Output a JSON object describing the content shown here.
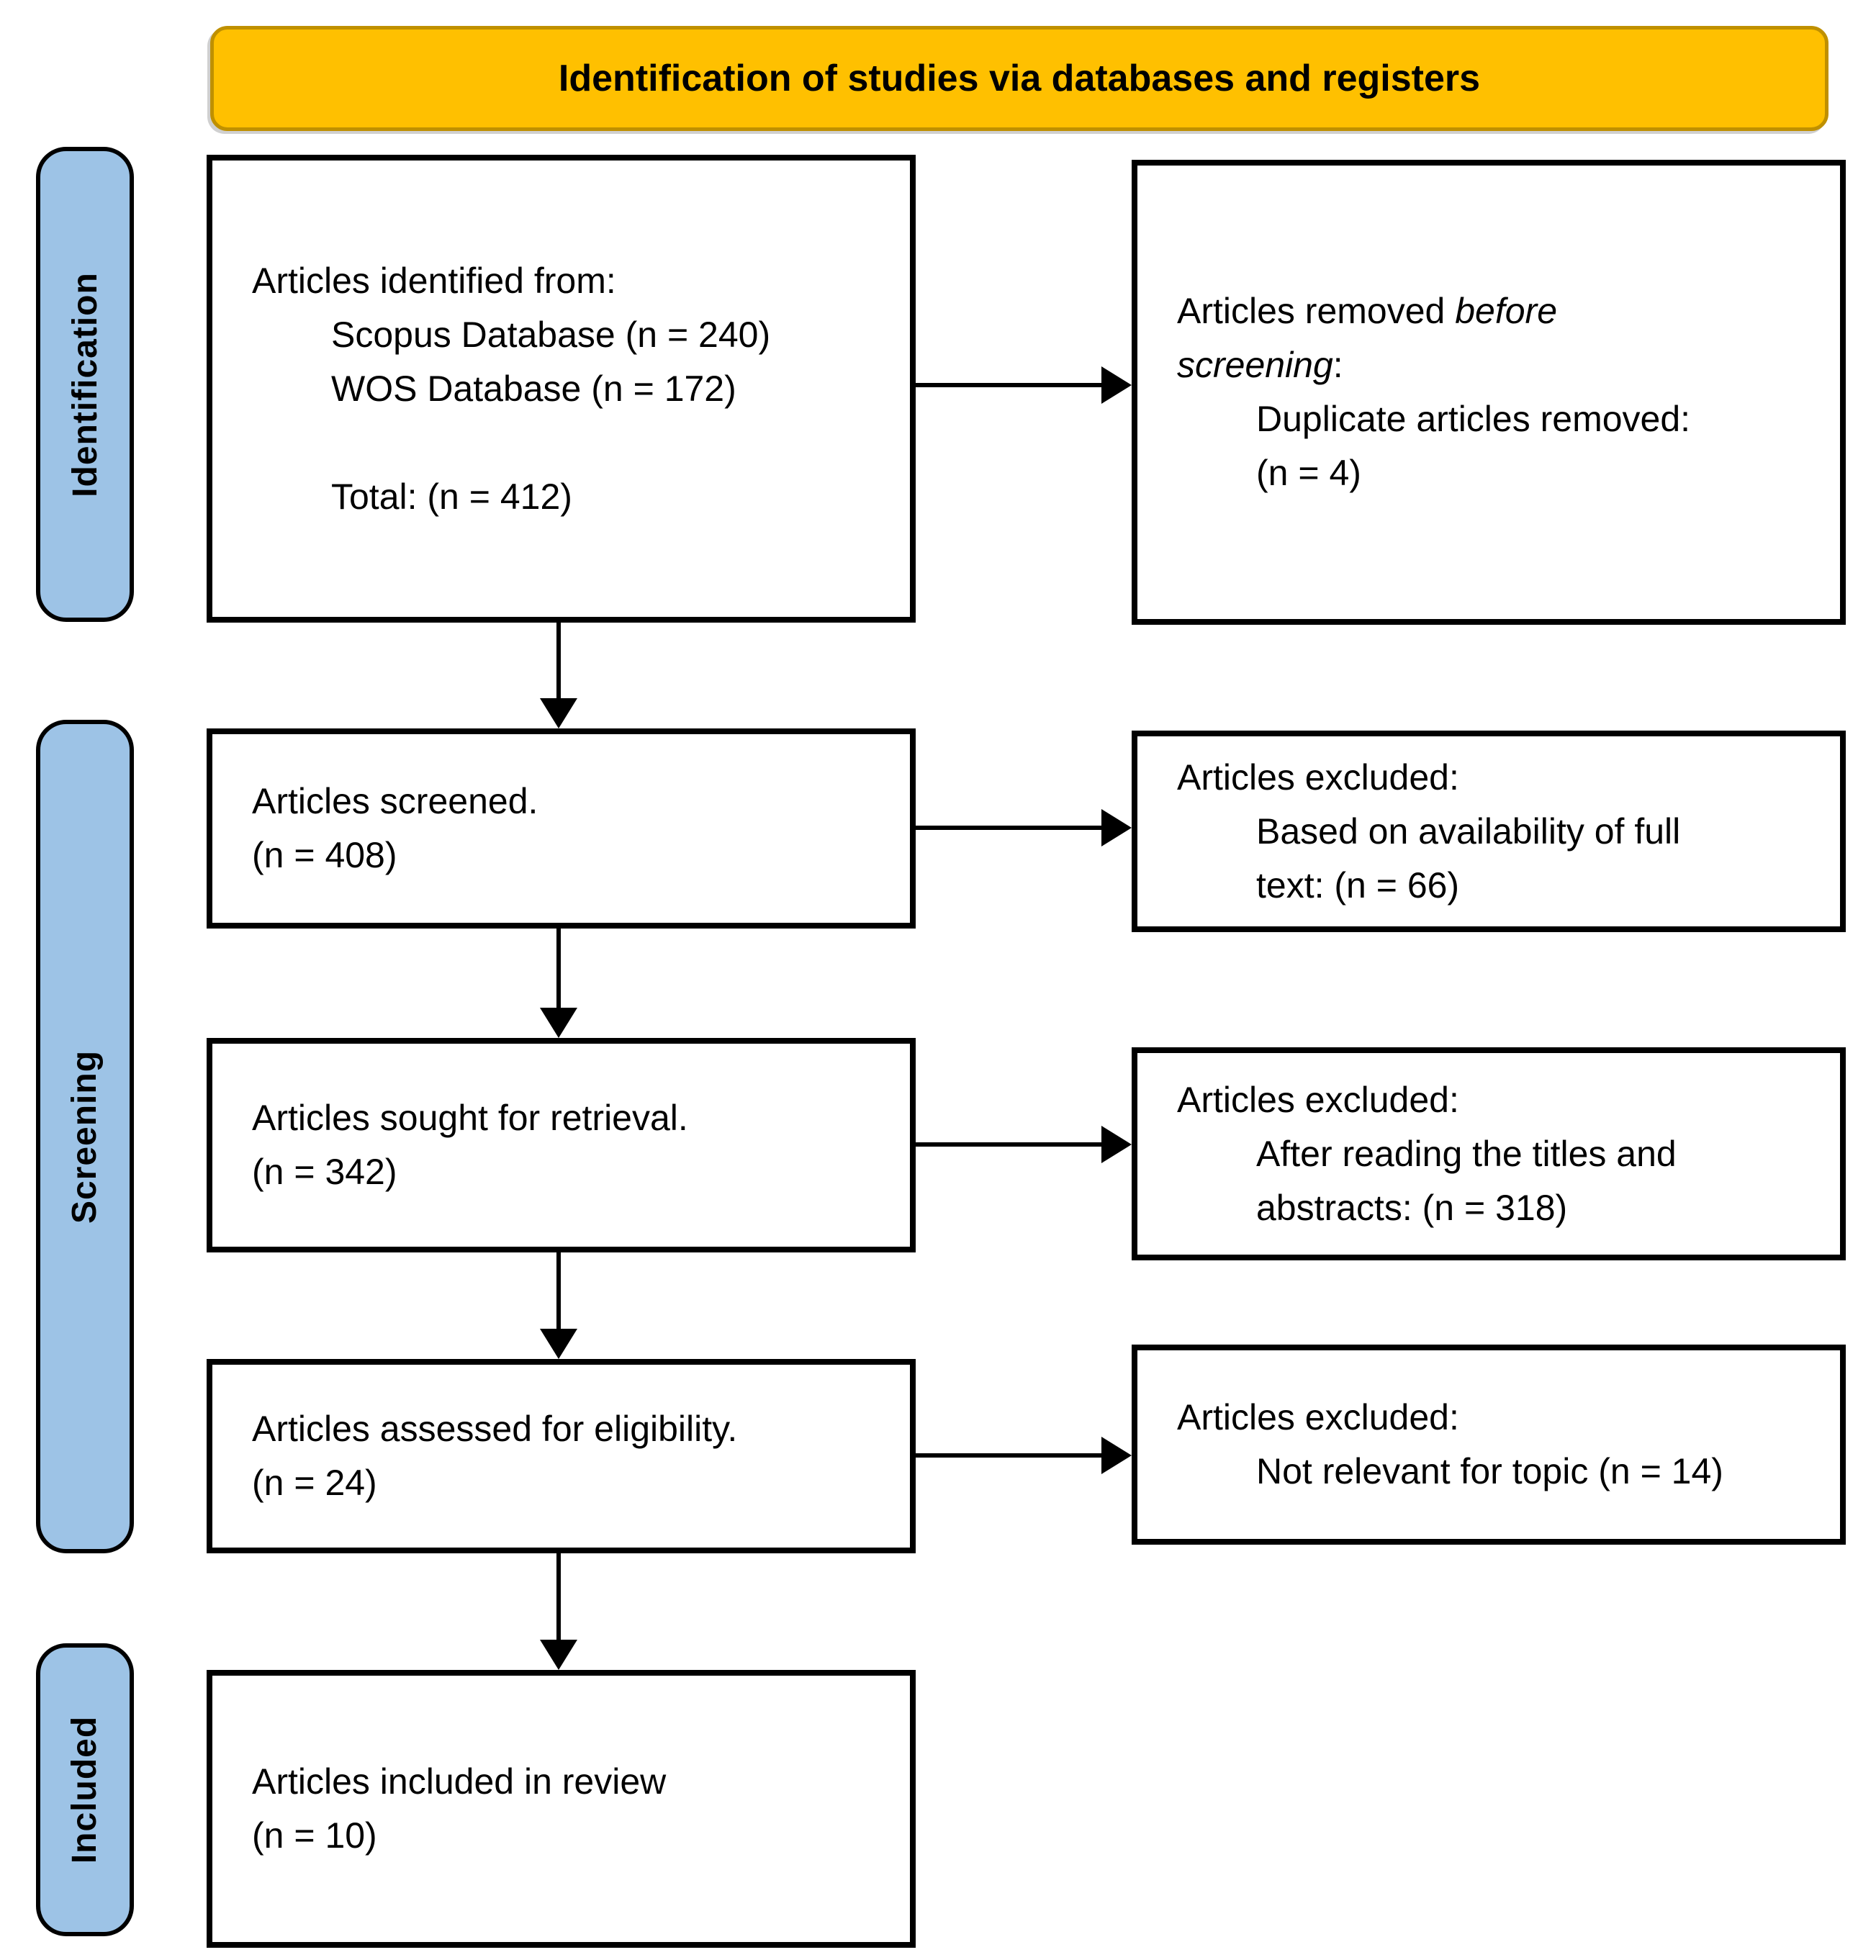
{
  "title_banner": {
    "label": "Identification of studies via databases and registers"
  },
  "colors": {
    "banner_fill": "#FFC000",
    "banner_border": "#BF9000",
    "stage_fill": "#9DC3E6",
    "stage_border": "#000000",
    "box_border": "#000000",
    "arrow": "#000000"
  },
  "stages": [
    {
      "label": "Identification"
    },
    {
      "label": "Screening"
    },
    {
      "label": "Included"
    }
  ],
  "boxes": {
    "identified": {
      "lines": [
        {
          "indent": false,
          "segs": [
            {
              "t": "Articles identified from:"
            }
          ]
        },
        {
          "indent": true,
          "segs": [
            {
              "t": "Scopus Database (n = 240)"
            }
          ]
        },
        {
          "indent": true,
          "segs": [
            {
              "t": "WOS Database (n = 172)"
            }
          ]
        },
        {
          "indent": true,
          "segs": []
        },
        {
          "indent": true,
          "segs": [
            {
              "t": "Total: (n = 412)"
            }
          ]
        }
      ]
    },
    "removed_before_screening": {
      "lines": [
        {
          "indent": false,
          "segs": [
            {
              "t": "Articles removed "
            },
            {
              "t": "before",
              "it": true
            }
          ]
        },
        {
          "indent": false,
          "segs": [
            {
              "t": "screening",
              "it": true
            },
            {
              "t": ":"
            }
          ]
        },
        {
          "indent": true,
          "segs": [
            {
              "t": "Duplicate articles removed:"
            }
          ]
        },
        {
          "indent": true,
          "segs": [
            {
              "t": "(n = 4)"
            }
          ]
        }
      ]
    },
    "screened": {
      "lines": [
        {
          "indent": false,
          "segs": [
            {
              "t": "Articles screened."
            }
          ]
        },
        {
          "indent": false,
          "segs": [
            {
              "t": "(n = 408)"
            }
          ]
        }
      ]
    },
    "excluded_full_text": {
      "lines": [
        {
          "indent": false,
          "segs": [
            {
              "t": "Articles excluded:"
            }
          ]
        },
        {
          "indent": true,
          "segs": [
            {
              "t": "Based on availability of full"
            }
          ]
        },
        {
          "indent": true,
          "segs": [
            {
              "t": "text: (n = 66)"
            }
          ]
        }
      ]
    },
    "sought": {
      "lines": [
        {
          "indent": false,
          "segs": [
            {
              "t": "Articles sought for retrieval."
            }
          ]
        },
        {
          "indent": false,
          "segs": [
            {
              "t": "(n = 342)"
            }
          ]
        }
      ]
    },
    "excluded_titles_abstracts": {
      "lines": [
        {
          "indent": false,
          "segs": [
            {
              "t": "Articles excluded:"
            }
          ]
        },
        {
          "indent": true,
          "segs": [
            {
              "t": "After reading the titles and"
            }
          ]
        },
        {
          "indent": true,
          "segs": [
            {
              "t": "abstracts: (n = 318)"
            }
          ]
        }
      ]
    },
    "assessed": {
      "lines": [
        {
          "indent": false,
          "segs": [
            {
              "t": "Articles assessed for eligibility."
            }
          ]
        },
        {
          "indent": false,
          "segs": [
            {
              "t": "(n = 24)"
            }
          ]
        }
      ]
    },
    "excluded_not_relevant": {
      "lines": [
        {
          "indent": false,
          "segs": [
            {
              "t": "Articles excluded:"
            }
          ]
        },
        {
          "indent": true,
          "segs": [
            {
              "t": "Not relevant for topic (n = 14)"
            }
          ]
        }
      ]
    },
    "included": {
      "lines": [
        {
          "indent": false,
          "segs": [
            {
              "t": "Articles included in review"
            }
          ]
        },
        {
          "indent": false,
          "segs": [
            {
              "t": "(n = 10)"
            }
          ]
        }
      ]
    }
  }
}
